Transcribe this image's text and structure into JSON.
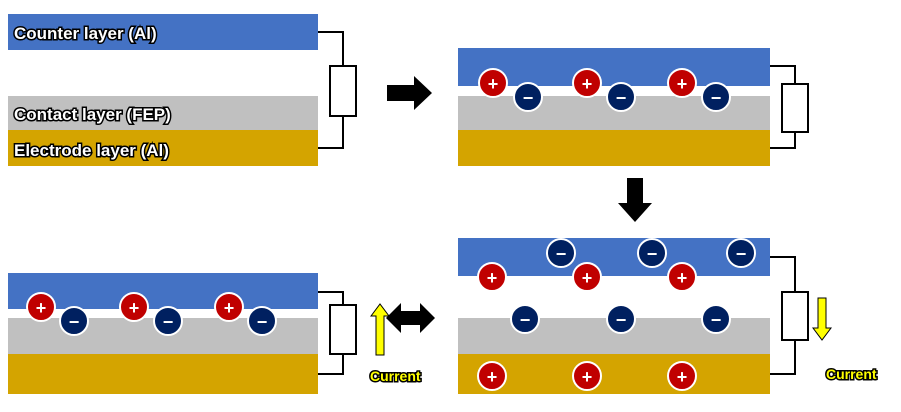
{
  "labels": {
    "counter_layer": "Counter layer (Al)",
    "contact_layer": "Contact layer (FEP)",
    "electrode_layer": "Electrode layer (Al)",
    "current": "Current"
  },
  "charges": {
    "positive": "+",
    "negative": "−"
  },
  "colors": {
    "counter_layer": "#4472c4",
    "contact_layer": "#c0c0c0",
    "electrode_layer": "#d4a400",
    "positive_charge": "#c00000",
    "negative_charge": "#002060",
    "current_arrow": "#ffff00"
  }
}
